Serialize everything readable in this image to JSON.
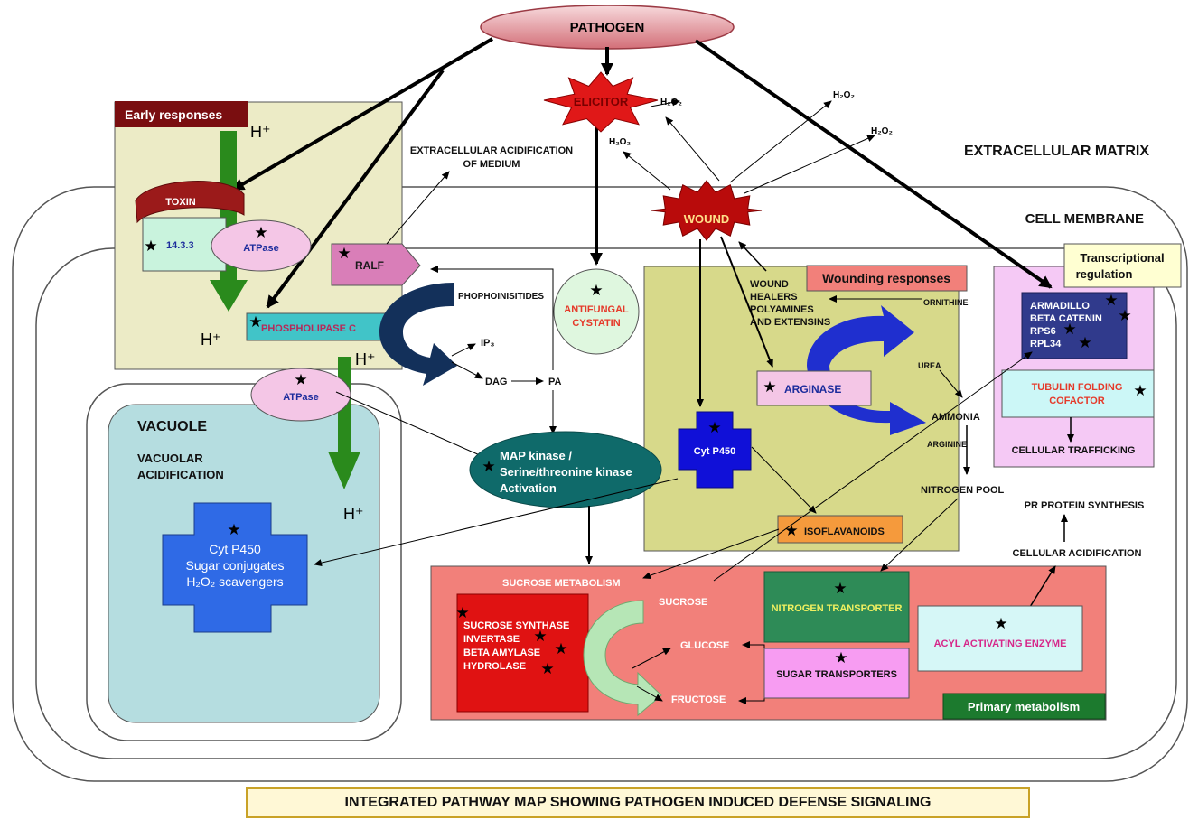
{
  "pathogen": "PATHOGEN",
  "elicitor": "ELICITOR",
  "wound": "WOUND",
  "h2o2": "H₂O₂",
  "h_plus": "H⁺",
  "regions": {
    "extracellular_matrix": "EXTRACELLULAR MATRIX",
    "cell_membrane": "CELL MEMBRANE",
    "vacuole": "VACUOLE",
    "vacuolar_acidification": [
      "VACUOLAR",
      "ACIDIFICATION"
    ]
  },
  "panels": {
    "early_responses": "Early responses",
    "wounding_responses": "Wounding responses",
    "transcriptional_regulation": [
      "Transcriptional",
      "regulation"
    ],
    "primary_metabolism": "Primary metabolism"
  },
  "early": {
    "toxin": "TOXIN",
    "protein_1433": "14.3.3",
    "atpase": "ATPase",
    "ralf": "RALF",
    "phospholipase_c": "PHOSPHOLIPASE C",
    "extracellular_acidification": [
      "EXTRACELLULAR ACIDIFICATION",
      "OF MEDIUM"
    ]
  },
  "signaling": {
    "phosphoinositides": "PHOPHOINISITIDES",
    "ip3": "IP₃",
    "dag": "DAG",
    "pa": "PA",
    "antifungal_cystatin": [
      "ANTIFUNGAL",
      "CYSTATIN"
    ],
    "map_kinase": [
      "MAP kinase /",
      "Serine/threonine kinase",
      "Activation"
    ]
  },
  "vacuole_box": [
    "Cyt P450",
    "Sugar conjugates",
    "H₂O₂ scavengers"
  ],
  "wounding": {
    "wound_healers": [
      "WOUND",
      "HEALERS",
      "POLYAMINES",
      "AND EXTENSINS"
    ],
    "ornithine": "ORNITHINE",
    "urea": "UREA",
    "arginase": "ARGINASE",
    "arginine": "ARGININE",
    "ammonia": "AMMONIA",
    "cyt_p450": "Cyt P450",
    "isoflavanoids": "ISOFLAVANOIDS",
    "nitrogen_pool": "NITROGEN POOL"
  },
  "transcription": {
    "factors": [
      "ARMADILLO",
      "BETA CATENIN",
      "RPS6",
      "RPL34"
    ],
    "tubulin": [
      "TUBULIN FOLDING",
      "COFACTOR"
    ],
    "cellular_trafficking": "CELLULAR  TRAFFICKING"
  },
  "defense": {
    "pr_protein_synthesis": "PR PROTEIN SYNTHESIS",
    "cellular_acidification": "CELLULAR ACIDIFICATION"
  },
  "metabolism": {
    "sucrose_metabolism": "SUCROSE METABOLISM",
    "enzymes": [
      "SUCROSE SYNTHASE",
      "INVERTASE",
      "BETA AMYLASE",
      "HYDROLASE"
    ],
    "sucrose": "SUCROSE",
    "glucose": "GLUCOSE",
    "fructose": "FRUCTOSE",
    "nitrogen_transporter": "NITROGEN TRANSPORTER",
    "sugar_transporters": "SUGAR TRANSPORTERS",
    "acyl_activating_enzyme": "ACYL ACTIVATING ENZYME"
  },
  "caption": "INTEGRATED PATHWAY MAP SHOWING PATHOGEN INDUCED DEFENSE SIGNALING",
  "colors": {
    "early_panel": "#ecebc6",
    "early_header": "#7a0e10",
    "wound_panel": "#d7d98a",
    "vacuole": "#b5dde0",
    "metabolism_panel": "#f2807a",
    "transcription_panel": "#f5c9f5",
    "arrow_green": "#2a8a1c",
    "arrow_navy": "#13305a",
    "arrow_blue": "#1f2fcf"
  }
}
